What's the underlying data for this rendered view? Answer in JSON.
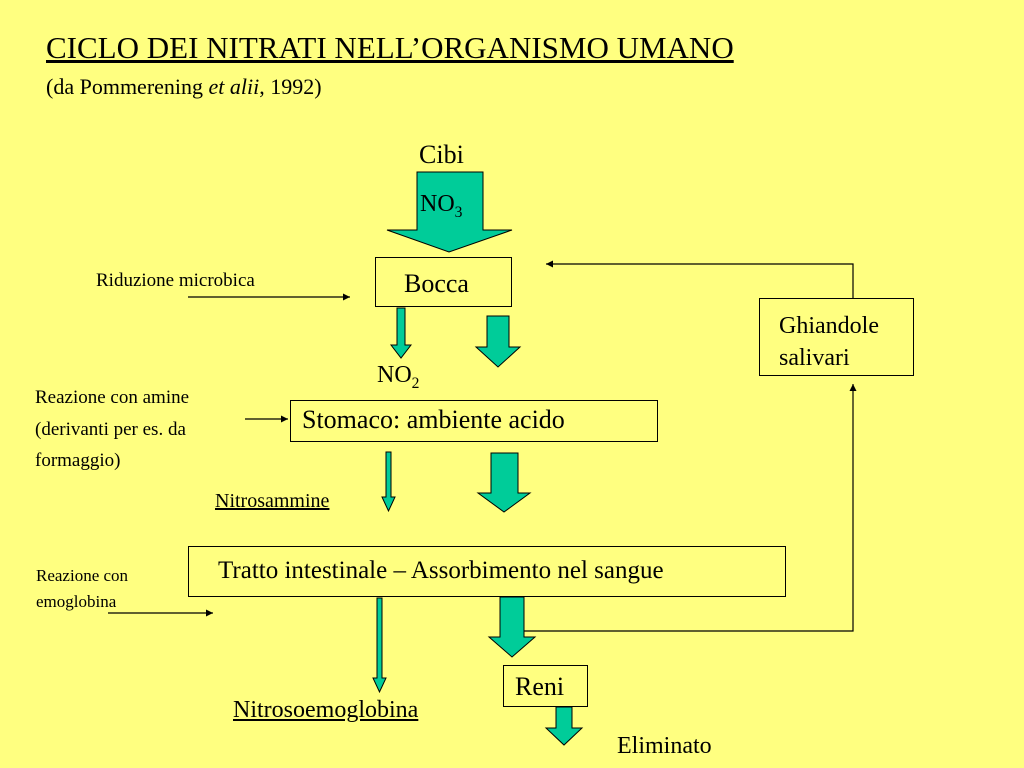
{
  "title": "CICLO DEI NITRATI NELL’ORGANISMO UMANO",
  "subtitle": {
    "before": "(da Pommerening ",
    "italic": "et alii",
    "after": ", 1992)"
  },
  "nodes": {
    "cibi": "Cibi",
    "no3_base": "NO",
    "no3_sub": "3",
    "bocca": "Bocca",
    "ghiandole_line1": "Ghiandole",
    "ghiandole_line2": "salivari",
    "no2_base": "NO",
    "no2_sub": "2",
    "stomaco": "Stomaco: ambiente acido",
    "nitrosammine": "Nitrosammine",
    "tratto": "Tratto intestinale – Assorbimento nel sangue",
    "reni": "Reni",
    "nitrosoemoglobina": "Nitrosoemoglobina",
    "eliminato": "Eliminato"
  },
  "side_labels": {
    "riduzione": "Riduzione microbica",
    "amine_line1": "Reazione con amine",
    "amine_line2": "(derivanti per es. da",
    "amine_line3": "formaggio)",
    "emoglobina_line1": "Reazione con",
    "emoglobina_line2": "emoglobina"
  },
  "colors": {
    "background": "#FFFF80",
    "arrow_fill": "#00CC99",
    "line": "#000000"
  }
}
